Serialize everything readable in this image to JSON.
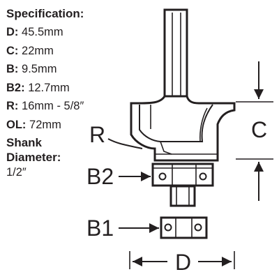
{
  "specification": {
    "title": "Specification:",
    "rows": [
      {
        "key": "D:",
        "value": "45.5mm"
      },
      {
        "key": "C:",
        "value": "22mm"
      },
      {
        "key": "B:",
        "value": "9.5mm"
      },
      {
        "key": "B2:",
        "value": "12.7mm"
      },
      {
        "key": "R:",
        "value": "16mm - 5/8″"
      },
      {
        "key": "OL:",
        "value": "72mm"
      }
    ],
    "shank_label_line1": "Shank",
    "shank_label_line2": "Diameter:",
    "shank_value": "1/2″"
  },
  "diagram_labels": {
    "r": "R",
    "b2": "B2",
    "b1": "B1",
    "c": "C",
    "d": "D"
  }
}
